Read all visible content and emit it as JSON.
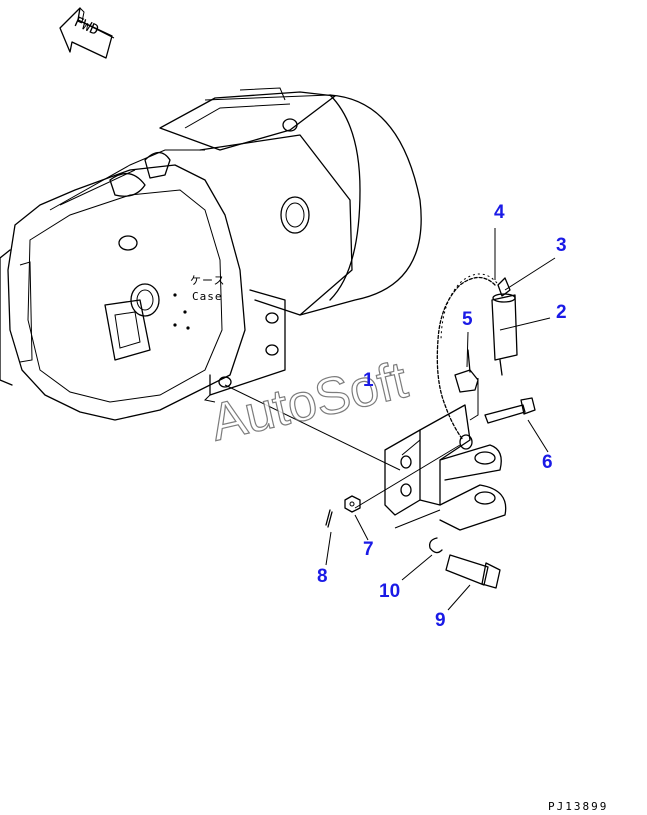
{
  "direction_marker": {
    "text": "FWD"
  },
  "case_label": {
    "japanese": "ケース",
    "english": "Case"
  },
  "watermark": "AutoSoft",
  "callouts": [
    "1",
    "2",
    "3",
    "4",
    "5",
    "6",
    "7",
    "8",
    "9",
    "10"
  ],
  "drawing_code": "PJ13899",
  "colors": {
    "callout": "#1a1ae6",
    "linework": "#000000",
    "background": "#ffffff"
  }
}
